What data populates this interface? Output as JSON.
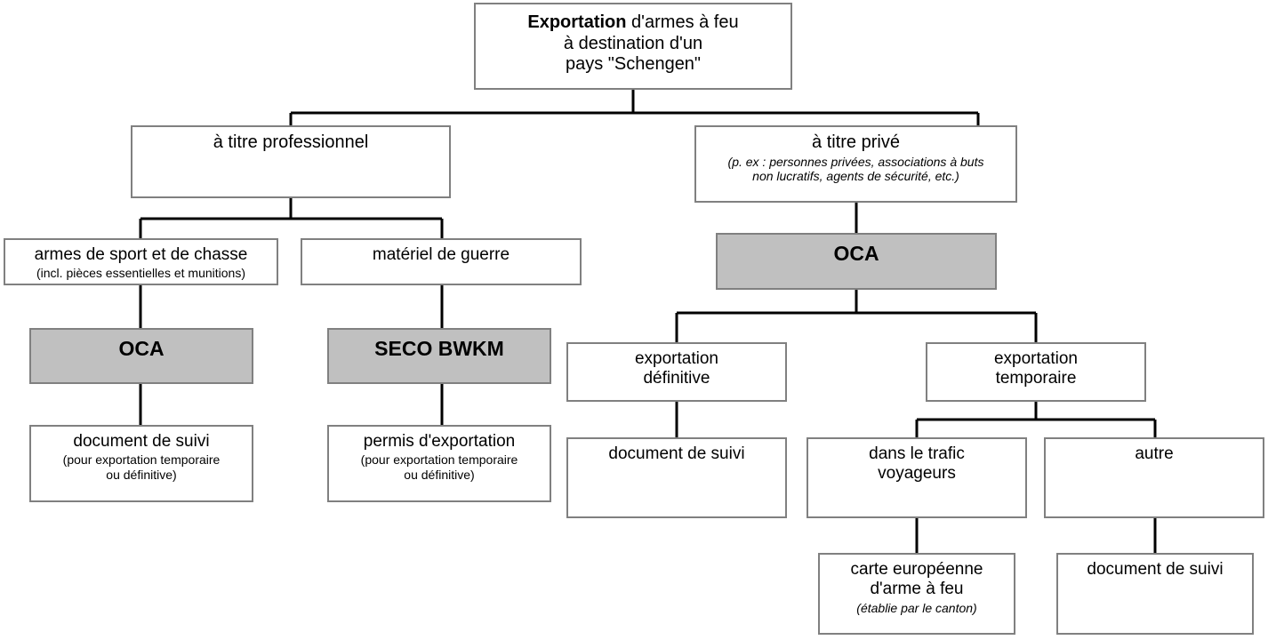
{
  "diagram": {
    "title": "Exportation d'armes à feu à destination d'un pays \"Schengen\"",
    "colors": {
      "box_border": "#808080",
      "box_fill": "#ffffff",
      "agency_fill": "#c0c0c0",
      "connector": "#000000",
      "text": "#000000"
    },
    "nodes": {
      "root": {
        "line1_bold": "Exportation",
        "line1_rest": " d'armes à feu",
        "line2": "à destination d'un",
        "line3_bold": "pays \"Schengen\""
      },
      "professional": {
        "title": "à titre professionnel"
      },
      "private": {
        "title": "à titre privé",
        "sub": "(p. ex : personnes privées, associations à buts\nnon lucratifs, agents de sécurité, etc.)"
      },
      "sport_hunting": {
        "title": "armes de sport et de chasse",
        "sub": "(incl. pièces essentielles et munitions)"
      },
      "war_material": {
        "title": "matériel de guerre"
      },
      "oca_left": {
        "title": "OCA"
      },
      "seco_bwkm": {
        "title": "SECO BWKM"
      },
      "oca_right": {
        "title": "OCA"
      },
      "doc_suivi_left": {
        "title": "document de suivi",
        "sub": "(pour exportation temporaire\nou définitive)"
      },
      "permis_export": {
        "title": "permis d'exportation",
        "sub": "(pour exportation temporaire\nou définitive)"
      },
      "export_definitive": {
        "title": "exportation\ndéfinitive"
      },
      "export_temporaire": {
        "title": "exportation\ntemporaire"
      },
      "doc_suivi_definitive": {
        "title": "document de suivi"
      },
      "trafic_voyageurs": {
        "title": "dans le trafic\nvoyageurs"
      },
      "autre": {
        "title": "autre"
      },
      "carte_europeenne": {
        "title": "carte européenne\nd'arme à feu",
        "sub": "(établie par le canton)"
      },
      "doc_suivi_autre": {
        "title": "document de suivi"
      }
    }
  }
}
